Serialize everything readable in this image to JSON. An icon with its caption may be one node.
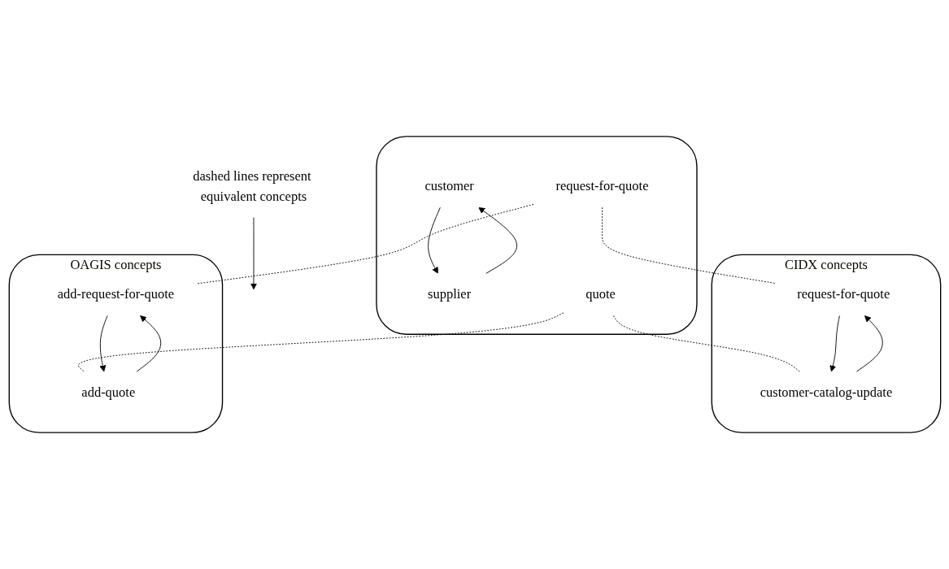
{
  "diagram": {
    "nodes": [
      {
        "text": [],
        "shape": "cloud"
      },
      {
        "text": [
          "customer"
        ],
        "in": 0
      },
      {
        "text": [
          "request-for-quote"
        ],
        "in": 0
      },
      {
        "text": [
          "supplier"
        ],
        "in": 0
      },
      {
        "text": [
          "quote"
        ],
        "in": 0
      },
      {
        "text": [],
        "shape": "cloud",
        "beside": [
          "CIDX concepts"
        ]
      },
      {
        "text": [
          "request-for-quote"
        ],
        "in": 5
      },
      {
        "text": [
          "customer-catalog-update"
        ],
        "in": 5
      },
      {
        "text": [],
        "shape": "cloud",
        "beside": [
          "OAGIS concepts"
        ]
      },
      {
        "text": [
          "add-quote"
        ],
        "in": 8
      },
      {
        "text": [
          "add-request-for-quote"
        ],
        "in": 8
      },
      {
        "text": [
          "dashed lines represent equivalent concepts"
        ]
      }
    ],
    "edges": [
      {
        "from": 1,
        "to": 3,
        "arrow": "to"
      },
      {
        "from": 3,
        "to": 1,
        "arrow": "to"
      },
      {
        "from": 2,
        "to": 6,
        "arrow": "none",
        "style": "dashed"
      },
      {
        "from": 2,
        "to": 10,
        "arrow": "none",
        "style": "dashed"
      },
      {
        "from": 4,
        "to": 7,
        "arrow": "none",
        "style": "dashed"
      },
      {
        "from": 4,
        "to": 9,
        "arrow": "none",
        "style": "dashed"
      },
      {
        "from": 7,
        "to": 6,
        "arrow": "to"
      },
      {
        "from": 6,
        "to": 7,
        "arrow": "to"
      },
      {
        "from": 10,
        "to": 9,
        "arrow": "to"
      },
      {
        "from": 9,
        "to": 10,
        "arrow": "to"
      },
      {
        "from": 11,
        "to": null,
        "arrow": "to"
      }
    ]
  }
}
